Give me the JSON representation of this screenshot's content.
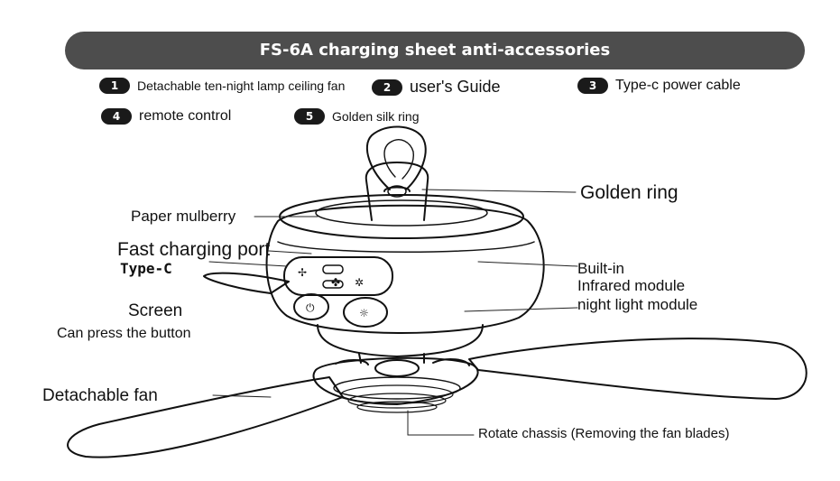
{
  "title": "FS-6A charging sheet anti-accessories",
  "accessories": [
    {
      "number": "1",
      "label": "Detachable ten-night lamp ceiling fan"
    },
    {
      "number": "2",
      "label": "user's Guide"
    },
    {
      "number": "3",
      "label": "Type-c power cable"
    },
    {
      "number": "4",
      "label": "remote control"
    },
    {
      "number": "5",
      "label": "Golden silk ring"
    }
  ],
  "callouts": {
    "golden_ring": "Golden ring",
    "paper_mulberry": "Paper mulberry",
    "fast_charging_port": "Fast charging port",
    "type_c": "Type-C",
    "built_in": "Built-in",
    "infrared_module": "Infrared module",
    "night_light_module": "night light module",
    "screen": "Screen",
    "press_button": "Can press the button",
    "detachable_fan": "Detachable fan",
    "rotate_chassis": "Rotate chassis",
    "rotate_chassis_note": "(Removing the fan blades)"
  }
}
